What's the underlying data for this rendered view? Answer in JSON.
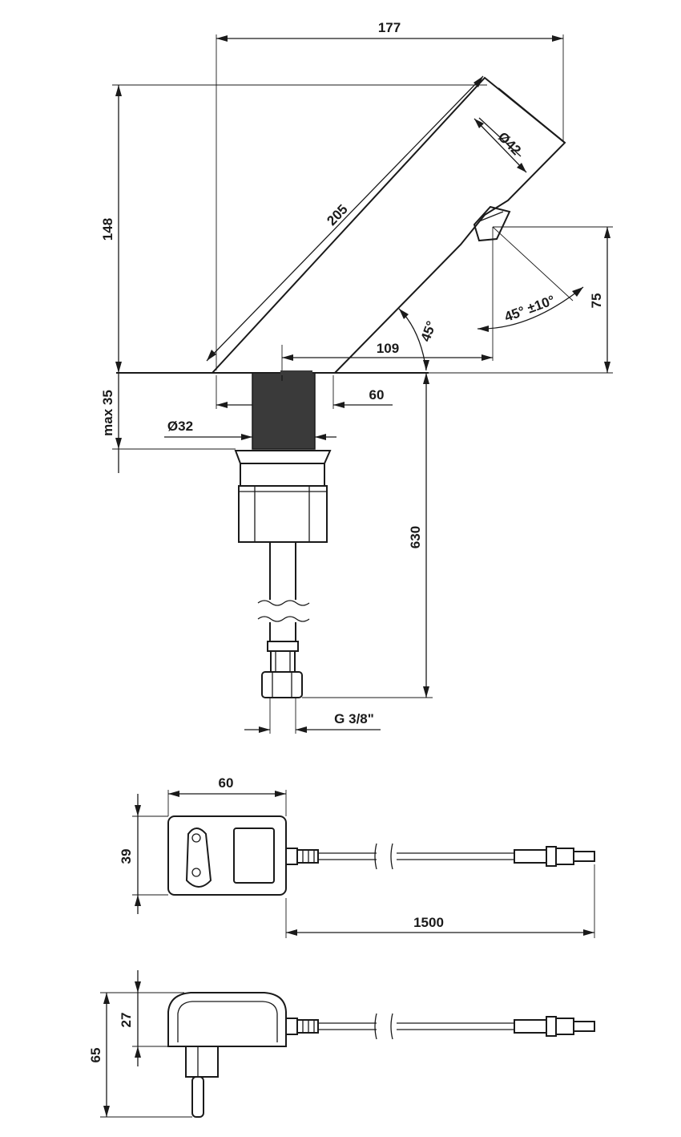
{
  "dimensions": {
    "overall_width": "177",
    "height": "148",
    "spout_length": "205",
    "spout_diameter": "Ø42",
    "sensor_angle": "45° ±10°",
    "sensor_height": "75",
    "reach": "109",
    "spout_angle": "45°",
    "base_width": "60",
    "max_deck": "max 35",
    "shank_diameter": "Ø32",
    "hose_length": "630",
    "thread": "G 3/8\""
  },
  "power_supply": {
    "width": "60",
    "height": "39",
    "cable_length": "1500",
    "depth": "27",
    "total_depth": "65"
  }
}
